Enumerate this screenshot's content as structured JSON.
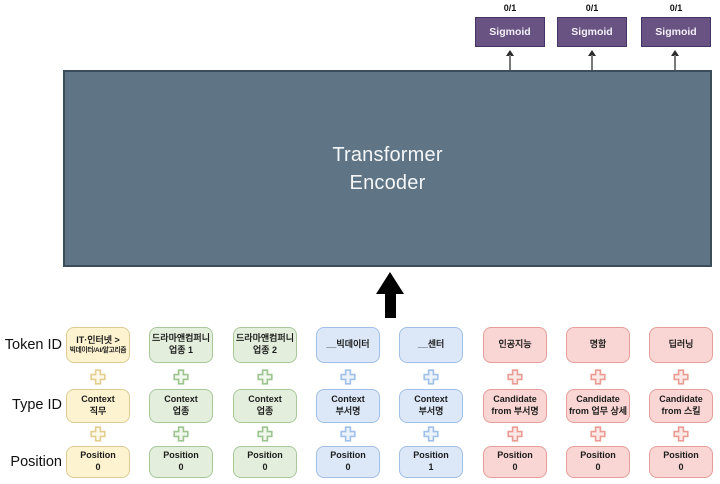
{
  "outputs": {
    "units": [
      {
        "value": "0/1",
        "label": "Sigmoid"
      },
      {
        "value": "0/1",
        "label": "Sigmoid"
      },
      {
        "value": "0/1",
        "label": "Sigmoid"
      }
    ]
  },
  "encoder": {
    "line1": "Transformer",
    "line2": "Encoder"
  },
  "row_labels": {
    "token": "Token ID",
    "type": "Type ID",
    "position": "Position"
  },
  "columns": [
    {
      "scheme": "yellow",
      "token": [
        "IT·인터넷 >",
        "빅데이터/AI/알고리즘"
      ],
      "type": [
        "Context",
        "직무"
      ],
      "position": [
        "Position",
        "0"
      ]
    },
    {
      "scheme": "green",
      "token": [
        "드라마앤컴퍼니",
        "업종 1"
      ],
      "type": [
        "Context",
        "업종"
      ],
      "position": [
        "Position",
        "0"
      ]
    },
    {
      "scheme": "green",
      "token": [
        "드라마앤컴퍼니",
        "업종 2"
      ],
      "type": [
        "Context",
        "업종"
      ],
      "position": [
        "Position",
        "0"
      ]
    },
    {
      "scheme": "blue",
      "token": [
        "__빅데이터"
      ],
      "type": [
        "Context",
        "부서명"
      ],
      "position": [
        "Position",
        "0"
      ]
    },
    {
      "scheme": "blue",
      "token": [
        "__센터"
      ],
      "type": [
        "Context",
        "부서명"
      ],
      "position": [
        "Position",
        "1"
      ]
    },
    {
      "scheme": "pink",
      "token": [
        "인공지능"
      ],
      "type": [
        "Candidate",
        "from 부서명"
      ],
      "position": [
        "Position",
        "0"
      ]
    },
    {
      "scheme": "pink",
      "token": [
        "명함"
      ],
      "type": [
        "Candidate",
        "from 업무 상세"
      ],
      "position": [
        "Position",
        "0"
      ]
    },
    {
      "scheme": "pink",
      "token": [
        "딥러닝"
      ],
      "type": [
        "Candidate",
        "from 스킬"
      ],
      "position": [
        "Position",
        "0"
      ]
    }
  ],
  "colors": {
    "encoder_fill": "#5f7484",
    "encoder_border": "#3c4d5a",
    "sigmoid_fill": "#695383",
    "sigmoid_border": "#443465",
    "yellow_fill": "#fdf3d0",
    "green_fill": "#e3efdc",
    "blue_fill": "#dce8f8",
    "pink_fill": "#f9d6d3",
    "arrow": "#000000"
  }
}
